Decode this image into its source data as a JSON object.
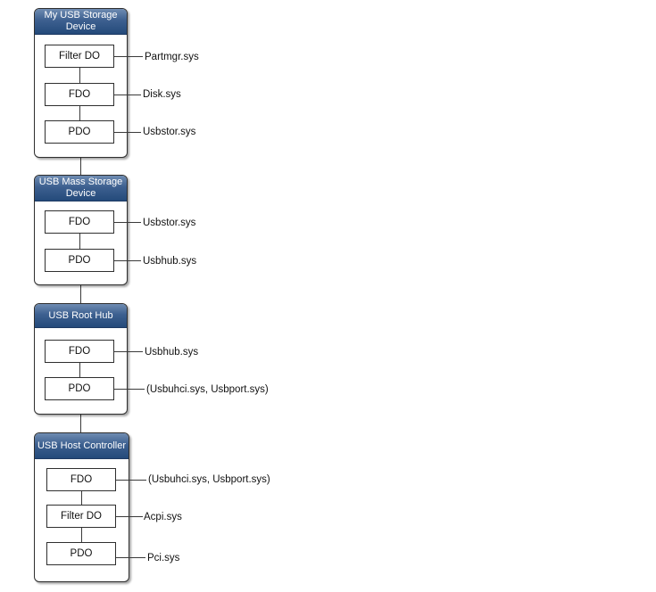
{
  "groups": [
    {
      "title": "My USB Storage Device",
      "objects": [
        {
          "label": "Filter DO",
          "driver": "Partmgr.sys"
        },
        {
          "label": "FDO",
          "driver": "Disk.sys"
        },
        {
          "label": "PDO",
          "driver": "Usbstor.sys"
        }
      ]
    },
    {
      "title": "USB Mass Storage Device",
      "objects": [
        {
          "label": "FDO",
          "driver": "Usbstor.sys"
        },
        {
          "label": "PDO",
          "driver": "Usbhub.sys"
        }
      ]
    },
    {
      "title": "USB Root Hub",
      "objects": [
        {
          "label": "FDO",
          "driver": "Usbhub.sys"
        },
        {
          "label": "PDO",
          "driver": "(Usbuhci.sys, Usbport.sys)"
        }
      ]
    },
    {
      "title": "USB Host Controller",
      "objects": [
        {
          "label": "FDO",
          "driver": "(Usbuhci.sys, Usbport.sys)"
        },
        {
          "label": "Filter DO",
          "driver": "Acpi.sys"
        },
        {
          "label": "PDO",
          "driver": "Pci.sys"
        }
      ]
    }
  ],
  "colors": {
    "header_top": "#6f8cb2",
    "header_bottom": "#244a7a",
    "border": "#2f2f2f"
  }
}
